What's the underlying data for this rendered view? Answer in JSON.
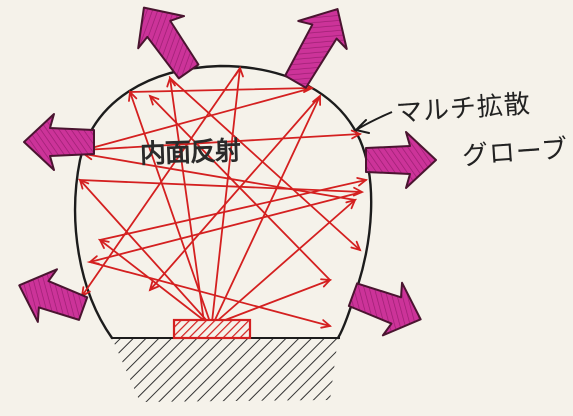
{
  "labels": {
    "inner_reflection": "内面反射",
    "globe_line1": "マルチ拡散",
    "globe_line2": "グローブ"
  },
  "colors": {
    "paper": "#f5f2ea",
    "globe_outline": "#1c1c1c",
    "ray": "#d42020",
    "arrow_fill": "#cc3399",
    "arrow_stroke": "#4a1530",
    "base_hatch": "#333333",
    "source": "#d42020"
  },
  "diffuse_arrow_icon": "thick-outward-arrow-icon"
}
